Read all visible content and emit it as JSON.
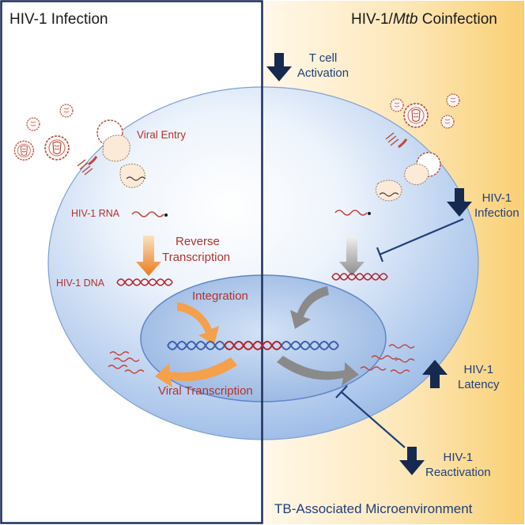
{
  "left_panel": {
    "title": "HIV-1 Infection"
  },
  "right_panel": {
    "title_prefix": "HIV-1/",
    "title_italic": "Mtb",
    "title_suffix": " Coinfection"
  },
  "labels": {
    "viral_entry": "Viral Entry",
    "hiv_rna": "HIV-1 RNA",
    "reverse": "Reverse",
    "transcription": "Transcription",
    "hiv_dna": "HIV-1 DNA",
    "integration": "Integration",
    "viral_transcription": "Viral Transcription"
  },
  "effects": [
    {
      "id": "t-cell-activation",
      "line1": "T cell",
      "line2": "Activation",
      "direction": "down"
    },
    {
      "id": "hiv-infection",
      "line1": "HIV-1",
      "line2": "Infection",
      "direction": "down"
    },
    {
      "id": "hiv-latency",
      "line1": "HIV-1",
      "line2": "Latency",
      "direction": "up"
    },
    {
      "id": "hiv-reactivation",
      "line1": "HIV-1",
      "line2": "Reactivation",
      "direction": "down"
    }
  ],
  "bottom_title": "TB-Associated Microenvironment",
  "colors": {
    "navy": "#1f3f7a",
    "red_text": "#b3322b",
    "orange_arrow": "#f08a24",
    "gray_arrow": "#8a8a8a",
    "dna_blue": "#3a5fae",
    "dna_red": "#b3222b",
    "cell_blue": "#a9c4ea",
    "tb_background": "#fbd98a"
  }
}
